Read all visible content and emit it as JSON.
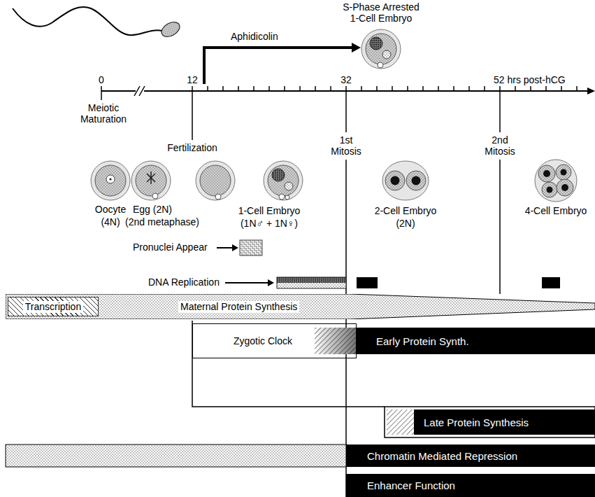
{
  "diagram": {
    "nodes": [
      {
        "text": [
          "Maternal Protein Synthesis"
        ]
      },
      {
        "text": [
          "Transcription"
        ],
        "in": 0
      },
      {
        "text": [
          "Zygotic Clock"
        ]
      },
      {
        "text": [
          "Early Protein Synth."
        ]
      },
      {
        "text": [
          "Late Protein Synthesis"
        ]
      },
      {
        "text": [
          "Chromatin Mediated Repression"
        ]
      },
      {
        "text": [
          "Enhancer Function"
        ]
      }
    ],
    "labels": [
      "S-Phase Arrested 1-Cell Embryo",
      "Aphidicolin",
      "0",
      "12",
      "32",
      "52 hrs post-hCG",
      "Meiotic Maturation",
      "Fertilization",
      "1st Mitosis",
      "2nd Mitosis",
      "Oocyte",
      "(4N)",
      "Egg (2N)",
      "(2nd metaphase)",
      "1-Cell Embryo",
      "(1N♂ + 1N♀)",
      "2-Cell Embryo",
      "(2N)",
      "4-Cell Embryo",
      "Pronuclei Appear",
      "DNA Replication"
    ]
  }
}
